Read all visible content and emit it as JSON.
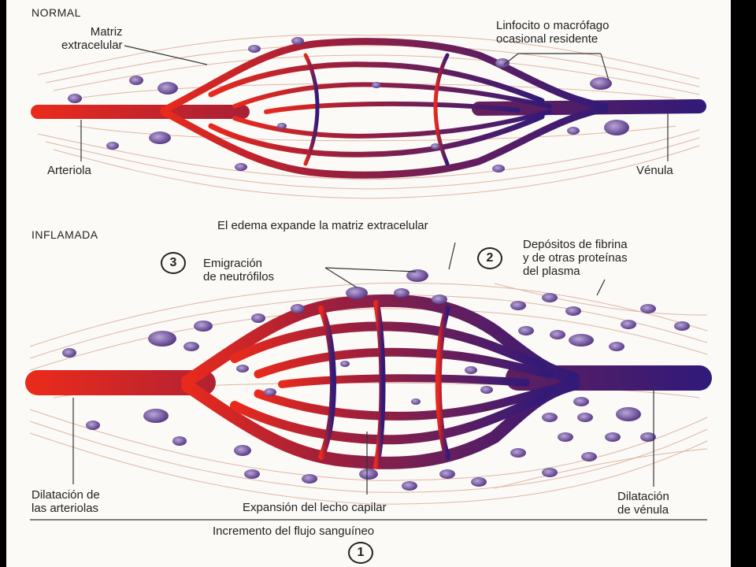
{
  "normal": {
    "section_label": "NORMAL",
    "matrix_label": "Matriz\nextracelular",
    "lymphocyte_label": "Linfocito o macrófago\nocasional residente",
    "arteriole_label": "Arteriola",
    "venule_label": "Vénula"
  },
  "inflamed": {
    "section_label": "INFLAMADA",
    "edema_label": "El edema expande la matriz extracelular",
    "emigration_label": "Emigración\nde neutrófilos",
    "emigration_number": "3",
    "fibrin_label": "Depósitos de fibrina\ny de otras proteínas\ndel plasma",
    "fibrin_number": "2",
    "arteriole_dilation_label": "Dilatación de\nlas arteriolas",
    "capillary_expansion_label": "Expansión del lecho capilar",
    "venule_dilation_label": "Dilatación\nde vénula",
    "flow_label": "Incremento del flujo sanguíneo",
    "flow_number": "1"
  },
  "colors": {
    "arterial": "#e0241e",
    "capillary": "#8a1f3e",
    "venous": "#3a1a78",
    "cell": "#6a4a9a",
    "fiber": "#d9a58f"
  }
}
